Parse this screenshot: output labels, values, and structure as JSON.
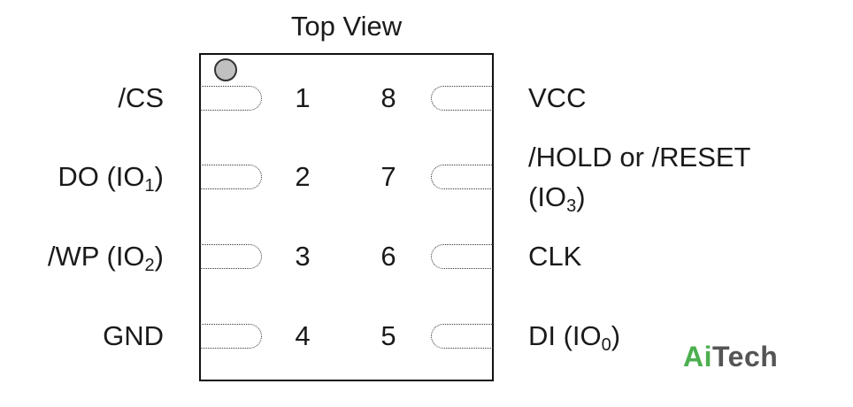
{
  "title": "Top View",
  "pins": {
    "p1": {
      "number": "1",
      "label": "/CS"
    },
    "p2": {
      "number": "2",
      "label_main": "DO (IO",
      "label_sub": "1",
      "label_end": ")"
    },
    "p3": {
      "number": "3",
      "label_main": "/WP (IO",
      "label_sub": "2",
      "label_end": ")"
    },
    "p4": {
      "number": "4",
      "label": "GND"
    },
    "p5": {
      "number": "5",
      "label_main": "DI (IO",
      "label_sub": "0",
      "label_end": ")"
    },
    "p6": {
      "number": "6",
      "label": "CLK"
    },
    "p7": {
      "number": "7",
      "label_line1": "/HOLD or /RESET",
      "label_main": "(IO",
      "label_sub": "3",
      "label_end": ")"
    },
    "p8": {
      "number": "8",
      "label": "VCC"
    }
  },
  "logo": {
    "part1": "Ai",
    "part2": "Tech",
    "color1": "#4caf50",
    "color2": "#555555"
  },
  "colors": {
    "outline": "#111111",
    "pin1_marker": "#c0c0c0"
  }
}
